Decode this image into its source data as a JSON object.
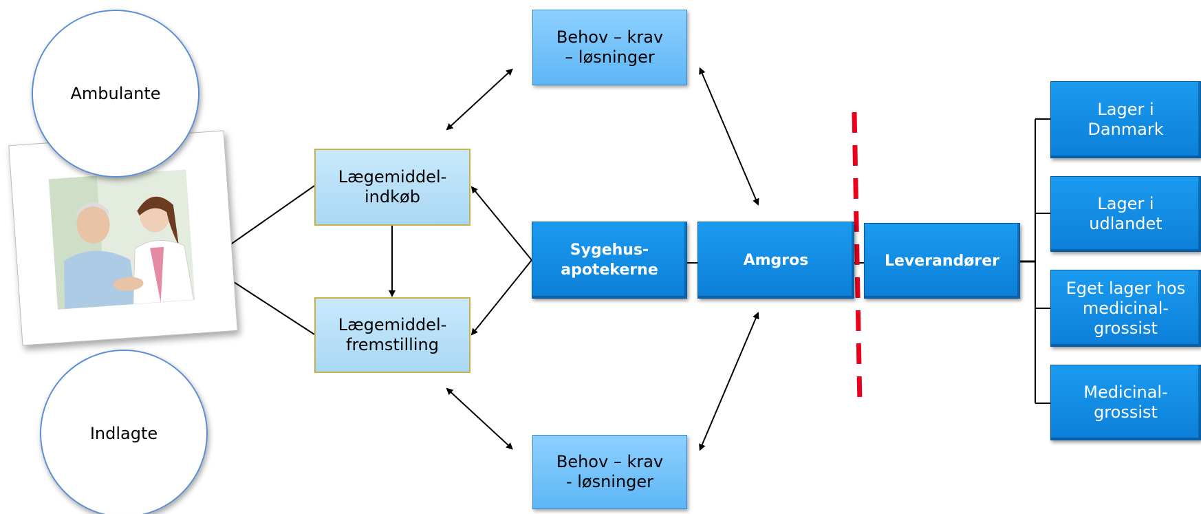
{
  "circles": {
    "top": "Ambulante",
    "bottom": "Indlagte"
  },
  "photo": {
    "description": "doctor-patient-photo"
  },
  "boxes": {
    "indkob": "Lægemiddel-\nindkøb",
    "fremstilling": "Lægemiddel-\nfremstilling",
    "behov_top": "Behov – krav\n– løsninger",
    "behov_bottom": "Behov – krav\n- løsninger",
    "sygehus": "Sygehus-\napotekerne",
    "amgros": "Amgros",
    "leverandorer": "Leverandører"
  },
  "storage": [
    "Lager i\nDanmark",
    "Lager i\nudlandet",
    "Eget lager hos\nmedicinal-\ngrossist",
    "Medicinal-\ngrossist"
  ],
  "colors": {
    "light_box": "#b9e0f8",
    "mid_box": "#6fc1fa",
    "dark_box": "#1188e4",
    "dashed_line": "#e8001c",
    "circle_border": "#5b8fd4"
  }
}
